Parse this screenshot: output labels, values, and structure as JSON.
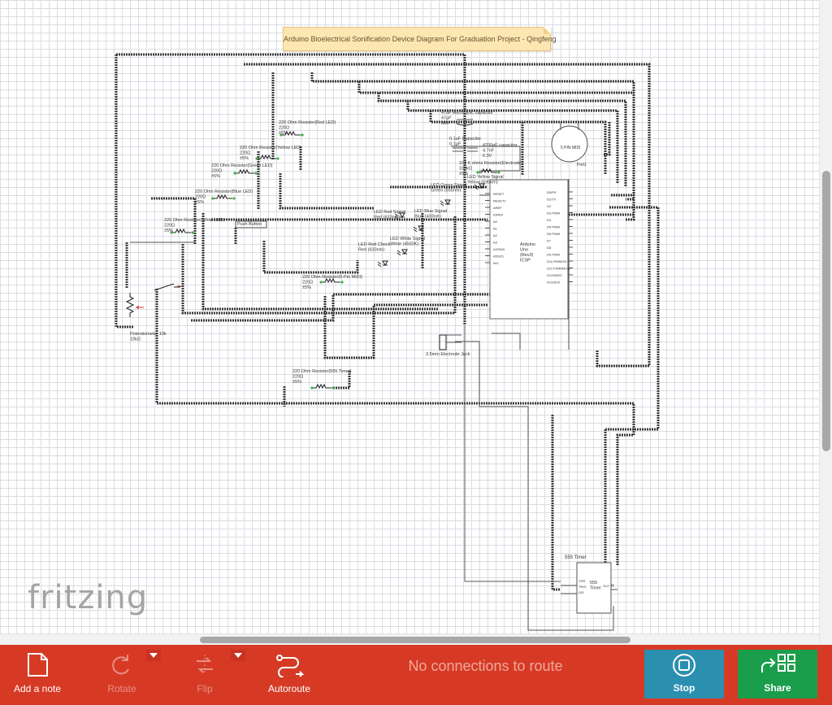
{
  "note": {
    "text": "Arduino Bioelectrical Sonification Device Diagram For Graduation Project - Qingfeng"
  },
  "logo": "fritzing",
  "labels": {
    "res_red": [
      "220 Ohm Resistor(Red LED)",
      "220Ω",
      "±5%"
    ],
    "res_yellow": [
      "220 Ohm Resistor(Yellow LED)",
      "220Ω",
      "±5%"
    ],
    "res_green": [
      "220 Ohm Resistor(Green LED)",
      "220Ω",
      "±5%"
    ],
    "res_blue": [
      "220 Ohm Resistor(Blue LED)",
      "220Ω",
      "±5%"
    ],
    "res_white": [
      "220 Ohm Resistor(White LED)",
      "220Ω",
      "±5%"
    ],
    "push": "Push Button",
    "cap_elec": [
      "47uF electrolytic capacitor",
      "47µF",
      "50V"
    ],
    "cap_01": [
      "0.1uF Capacitor",
      "0.1µF"
    ],
    "cap_4700": [
      "4700pF capacitor",
      "4.7nF",
      "6.3V"
    ],
    "res_100k": [
      "100 K ohms Resistor(Electrode)",
      "100kΩ",
      "±5%"
    ],
    "led_yellow": [
      "LED Yellow Signal",
      "Yellow (595nm)"
    ],
    "led_green": [
      "LED Green Signal",
      "Green (555nm)"
    ],
    "led_red": [
      "LED Red Signal",
      "Red (633nm)"
    ],
    "led_blue": [
      "LED Blue Signal",
      "Blue (430nm)"
    ],
    "led_white": [
      "LED White Signal",
      "White (4500K)"
    ],
    "led_check": [
      "LED Red Check",
      "Red (633nm)"
    ],
    "midi": "5 PIN MIDI",
    "port": "Port1",
    "arduino": [
      "Arduino",
      "Uno",
      "(Rev3)",
      "ICSP"
    ],
    "ard_left_pins": [
      "RESET",
      "RESET2",
      "AREF",
      "IOREF",
      "A0",
      "A1",
      "A2",
      "A3",
      "A4/SDA",
      "A5/SCL",
      "N/C"
    ],
    "ard_right_pins": [
      "D0/RX",
      "D1/TX",
      "D2",
      "D3 PWM",
      "D4",
      "D5 PWM",
      "D6 PWM",
      "D7",
      "D8",
      "D9 PWM",
      "D10 PWM/SS",
      "D11 PWM/MOSI",
      "D12/MISO",
      "D13/SCK"
    ],
    "res_midi": [
      "220 Ohm Resistor(5-Pin MIDI)",
      "220Ω",
      "±5%"
    ],
    "pot": [
      "Potentiometer 10k",
      "10kΩ"
    ],
    "jack": "3.5mm Electrode Jack",
    "res_555": [
      "220 Ohm Resistor(555 Timer)",
      "220Ω",
      "±5%"
    ],
    "timer_title": "555 Timer",
    "timer_chip": [
      "555",
      "Timer"
    ],
    "timer_pins": [
      "THR",
      "TRIG",
      "DIS",
      "OUT"
    ]
  },
  "toolbar": {
    "add_note": "Add a note",
    "rotate": "Rotate",
    "flip": "Flip",
    "autoroute": "Autoroute",
    "status": "No connections to route",
    "stop": "Stop",
    "share": "Share"
  },
  "colors": {
    "toolbar": "#d63a25",
    "stop": "#2b8fb0",
    "share": "#1a9e4b",
    "note": "#fce7b2",
    "wire": "#3a3a3a"
  }
}
